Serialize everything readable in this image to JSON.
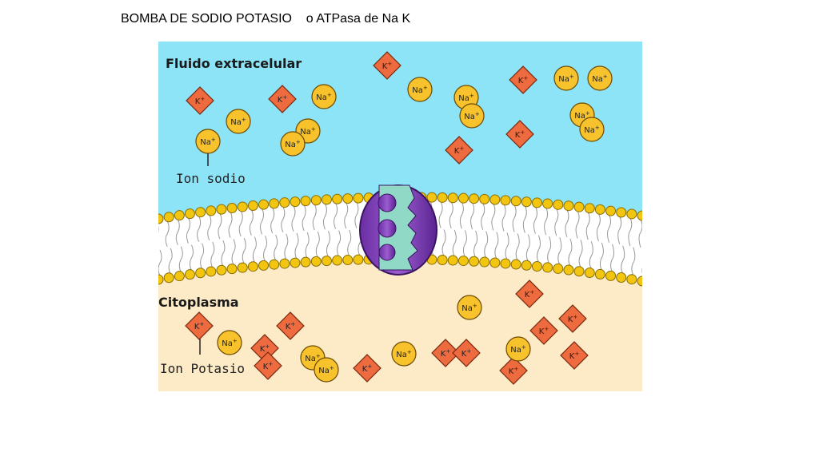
{
  "slide": {
    "title": "BOMBA DE SODIO POTASIO    o ATPasa de Na K"
  },
  "diagram": {
    "regions": {
      "extracellular_label": "Fluido extracelular",
      "cytoplasm_label": "Citoplasma"
    },
    "callouts": {
      "sodium_label": "Ion sodio",
      "potassium_label": "Ion Potasio"
    },
    "ions": {
      "sodium_symbol": "Na",
      "potassium_symbol": "K",
      "charge": "+"
    },
    "colors": {
      "extracellular_fluid": "#8ee4f7",
      "cytoplasm": "#fdebc8",
      "sodium_ion": "#f7c22c",
      "potassium_ion": "#ee6a3f",
      "phospholipid_head": "#f2c511",
      "pump_protein": "#7b3fb0",
      "pump_channel": "#8fd9c6"
    },
    "icons": {
      "sodium": "yellow-circle",
      "potassium": "orange-diamond",
      "pump": "purple-transmembrane-protein"
    }
  }
}
